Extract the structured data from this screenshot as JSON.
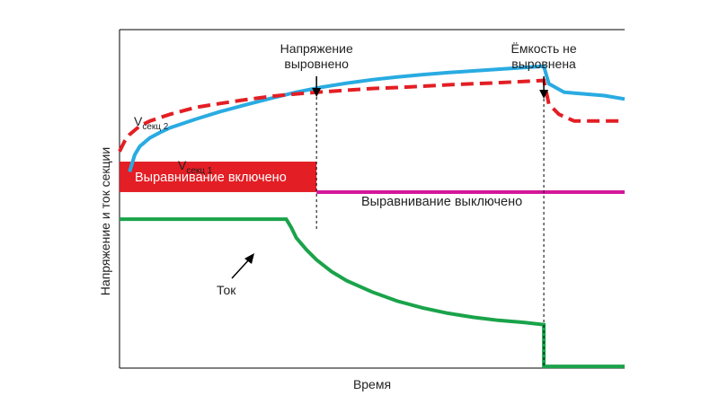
{
  "chart_data": {
    "type": "line",
    "title": "",
    "xlabel": "Время",
    "ylabel": "Напряжение и ток секции",
    "xlim": [
      0,
      100
    ],
    "ylim": [
      0,
      100
    ],
    "grid": false,
    "series": [
      {
        "key": "v2",
        "label_main": "V",
        "label_sub": "секц 2",
        "color": "#e31e24",
        "style": "dashed",
        "x": [
          0,
          1,
          2,
          4,
          6,
          10,
          15,
          20,
          25,
          30,
          35,
          40,
          45,
          50,
          55,
          60,
          65,
          70,
          75,
          80,
          84,
          85,
          87,
          90,
          95,
          100
        ],
        "y": [
          64,
          67,
          69,
          71.5,
          73,
          75,
          77,
          78.2,
          79.3,
          80.3,
          81,
          81.6,
          82.1,
          82.6,
          82.9,
          83.3,
          83.7,
          84,
          84.3,
          84.7,
          85,
          78,
          75,
          73,
          73,
          73
        ]
      },
      {
        "key": "v1",
        "label_main": "V",
        "label_sub": "секц 1",
        "color": "#29abe2",
        "style": "solid",
        "x": [
          2,
          3,
          4,
          6,
          8,
          10,
          15,
          20,
          25,
          30,
          35,
          40,
          45,
          50,
          55,
          60,
          65,
          70,
          75,
          80,
          84,
          85,
          88,
          92,
          96,
          100
        ],
        "y": [
          58,
          63,
          65.5,
          68,
          69.6,
          71,
          73.5,
          75.8,
          77.8,
          79.7,
          81.5,
          83,
          84.2,
          85.2,
          86,
          86.7,
          87.3,
          87.8,
          88.3,
          88.8,
          89.2,
          84,
          81.5,
          81,
          80.5,
          79.5
        ]
      },
      {
        "key": "eq",
        "label": "Выравнивание выключено",
        "color": "#d4179a",
        "style": "solid",
        "x": [
          0,
          100
        ],
        "y": [
          52,
          52
        ]
      },
      {
        "key": "cur",
        "label": "Ток",
        "color": "#1aa34a",
        "style": "solid",
        "x": [
          0,
          33,
          34,
          35,
          37,
          39,
          42,
          45,
          50,
          55,
          60,
          65,
          70,
          75,
          80,
          84,
          84,
          100
        ],
        "y": [
          44,
          44,
          41.5,
          38.5,
          35,
          32,
          28.5,
          25.8,
          22.5,
          19.8,
          17.8,
          16.2,
          15,
          14.1,
          13.5,
          12.8,
          0.5,
          0.5
        ]
      }
    ],
    "bar": {
      "label": "Выравнивание включено",
      "color": "#e31e24",
      "x_start": 0,
      "x_end": 39,
      "y_low": 52,
      "y_high": 61
    },
    "markers": [
      {
        "x": 39,
        "label_line1": "Напряжение",
        "label_line2": "выровнено"
      },
      {
        "x": 84,
        "label_line1": "Ёмкость не",
        "label_line2": "выровнена"
      }
    ]
  }
}
